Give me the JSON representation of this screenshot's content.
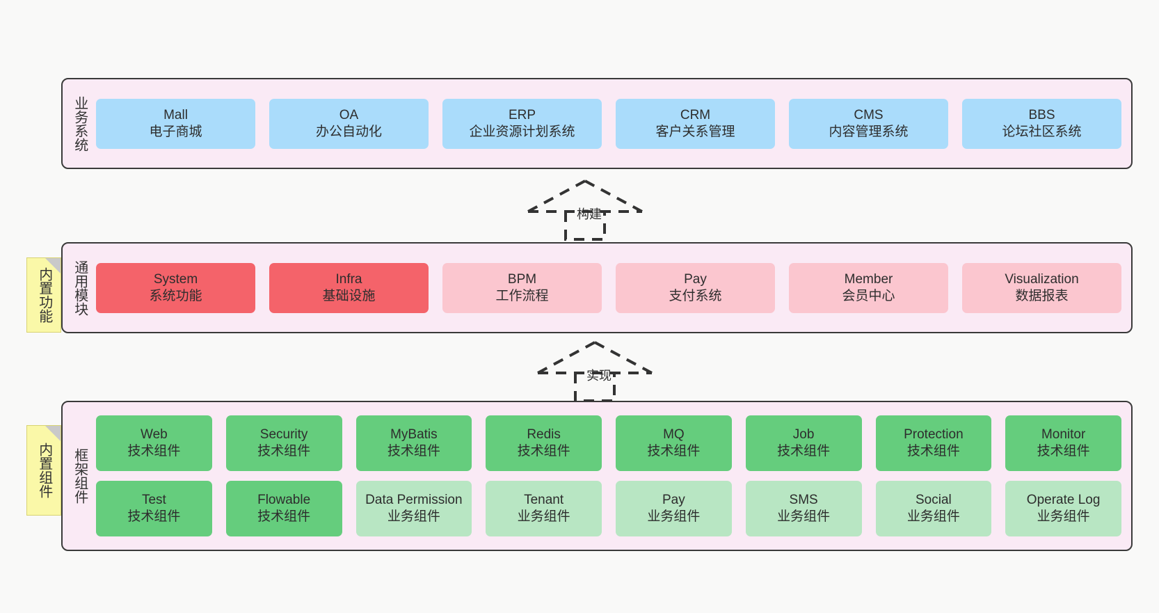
{
  "diagram": {
    "title": "架构图",
    "colors": {
      "layer_background": "#faeaf5",
      "layer_border": "#3a3a3a",
      "business_box": "#aadcfb",
      "core_module_box": "#f4636a",
      "module_box": "#fbc6cf",
      "tech_component_box": "#65cd7d",
      "biz_component_box": "#b8e6c3",
      "note_background": "#faf8a8",
      "page_background": "#f9f9f8"
    }
  },
  "layers": [
    {
      "id": "business",
      "title": "业务系统",
      "rows": [
        {
          "cells": [
            {
              "en": "Mall",
              "cn": "电子商城",
              "style": "c-blue",
              "name": "box-mall"
            },
            {
              "en": "OA",
              "cn": "办公自动化",
              "style": "c-blue",
              "name": "box-oa"
            },
            {
              "en": "ERP",
              "cn": "企业资源计划系统",
              "style": "c-blue",
              "name": "box-erp"
            },
            {
              "en": "CRM",
              "cn": "客户关系管理",
              "style": "c-blue",
              "name": "box-crm"
            },
            {
              "en": "CMS",
              "cn": "内容管理系统",
              "style": "c-blue",
              "name": "box-cms"
            },
            {
              "en": "BBS",
              "cn": "论坛社区系统",
              "style": "c-blue",
              "name": "box-bbs"
            }
          ]
        }
      ]
    },
    {
      "id": "common",
      "title": "通用模块",
      "rows": [
        {
          "cells": [
            {
              "en": "System",
              "cn": "系统功能",
              "style": "c-red",
              "name": "box-system"
            },
            {
              "en": "Infra",
              "cn": "基础设施",
              "style": "c-red",
              "name": "box-infra"
            },
            {
              "en": "BPM",
              "cn": "工作流程",
              "style": "c-pink",
              "name": "box-bpm"
            },
            {
              "en": "Pay",
              "cn": "支付系统",
              "style": "c-pink",
              "name": "box-pay-module"
            },
            {
              "en": "Member",
              "cn": "会员中心",
              "style": "c-pink",
              "name": "box-member"
            },
            {
              "en": "Visualization",
              "cn": "数据报表",
              "style": "c-pink",
              "name": "box-visualization"
            }
          ]
        }
      ]
    },
    {
      "id": "frame",
      "title": "框架组件",
      "rows": [
        {
          "cells": [
            {
              "en": "Web",
              "cn": "技术组件",
              "style": "c-green-dark",
              "name": "box-web"
            },
            {
              "en": "Security",
              "cn": "技术组件",
              "style": "c-green-dark",
              "name": "box-security"
            },
            {
              "en": "MyBatis",
              "cn": "技术组件",
              "style": "c-green-dark",
              "name": "box-mybatis"
            },
            {
              "en": "Redis",
              "cn": "技术组件",
              "style": "c-green-dark",
              "name": "box-redis"
            },
            {
              "en": "MQ",
              "cn": "技术组件",
              "style": "c-green-dark",
              "name": "box-mq"
            },
            {
              "en": "Job",
              "cn": "技术组件",
              "style": "c-green-dark",
              "name": "box-job"
            },
            {
              "en": "Protection",
              "cn": "技术组件",
              "style": "c-green-dark",
              "name": "box-protection"
            },
            {
              "en": "Monitor",
              "cn": "技术组件",
              "style": "c-green-dark",
              "name": "box-monitor"
            }
          ]
        },
        {
          "cells": [
            {
              "en": "Test",
              "cn": "技术组件",
              "style": "c-green-dark",
              "name": "box-test"
            },
            {
              "en": "Flowable",
              "cn": "技术组件",
              "style": "c-green-dark",
              "name": "box-flowable"
            },
            {
              "en": "Data Permission",
              "cn": "业务组件",
              "style": "c-green-light",
              "name": "box-data-permission"
            },
            {
              "en": "Tenant",
              "cn": "业务组件",
              "style": "c-green-light",
              "name": "box-tenant"
            },
            {
              "en": "Pay",
              "cn": "业务组件",
              "style": "c-green-light",
              "name": "box-pay-component"
            },
            {
              "en": "SMS",
              "cn": "业务组件",
              "style": "c-green-light",
              "name": "box-sms"
            },
            {
              "en": "Social",
              "cn": "业务组件",
              "style": "c-green-light",
              "name": "box-social"
            },
            {
              "en": "Operate Log",
              "cn": "业务组件",
              "style": "c-green-light",
              "name": "box-operate-log"
            }
          ]
        }
      ]
    }
  ],
  "notes": [
    {
      "id": "note-common",
      "text": "内置功能"
    },
    {
      "id": "note-frame",
      "text": "内置组件"
    }
  ],
  "connectors": [
    {
      "id": "uml-build",
      "label": "构建",
      "from": "common",
      "to": "business"
    },
    {
      "id": "uml-impl",
      "label": "实现",
      "from": "frame",
      "to": "common"
    }
  ]
}
